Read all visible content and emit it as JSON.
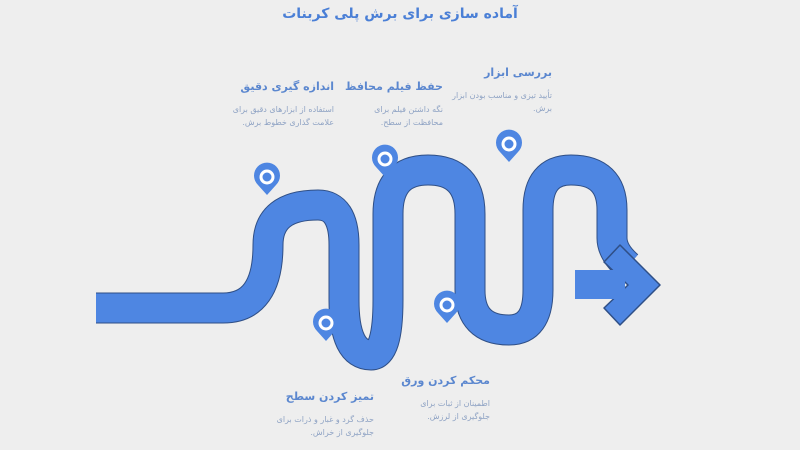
{
  "title": "آماده سازی برای برش پلی کربنات",
  "colors": {
    "road": "#4e86e2",
    "road_outline": "#2f4f86",
    "pin": "#4e86e2",
    "heading": "#5b87cf",
    "description": "#8fa3c4",
    "background": "#eeeeee"
  },
  "steps": [
    {
      "heading": "اندازه گیری دقیق",
      "description": "استفاده از ابزارهای دقیق برای علامت گذاری خطوط برش."
    },
    {
      "heading": "تمیز کردن سطح",
      "description": "حذف گرد و غبار و ذرات برای جلوگیری از خراش."
    },
    {
      "heading": "حفظ فیلم محافظ",
      "description": "نگه داشتن فیلم برای محافظت از سطح."
    },
    {
      "heading": "محکم کردن ورق",
      "description": "اطمینان از ثبات برای جلوگیری از لرزش."
    },
    {
      "heading": "بررسی ابزار",
      "description": "تأیید تیزی و مناسب بودن ابزار برش."
    }
  ]
}
